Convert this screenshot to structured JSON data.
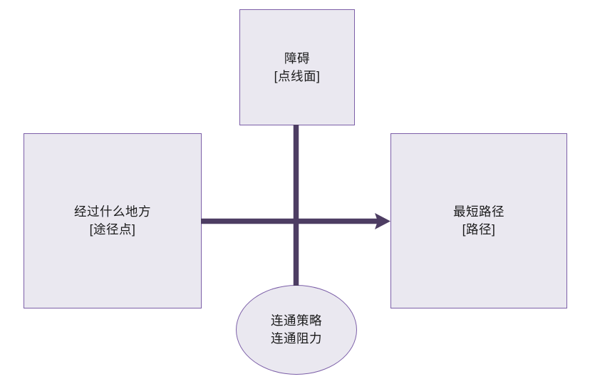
{
  "diagram": {
    "type": "concept-diagram",
    "background_color": "#ffffff",
    "node_fill_color": "#eae8f0",
    "node_border_color": "#7c5fa8",
    "connector_color": "#4d3d63",
    "text_color": "#1b1b1b",
    "nodes": [
      {
        "id": "obstacle",
        "shape": "rectangle",
        "line1": "障碍",
        "line2": "[点线面]"
      },
      {
        "id": "waypoint",
        "shape": "rectangle",
        "line1": "经过什么地方",
        "line2": "[途径点]"
      },
      {
        "id": "shortest",
        "shape": "rectangle",
        "line1": "最短路径",
        "line2": "[路径]"
      },
      {
        "id": "strategy",
        "shape": "ellipse",
        "line1": "连通策略",
        "line2": "连通阻力"
      }
    ],
    "connectors": [
      {
        "id": "waypoint-to-shortest",
        "from": "waypoint",
        "to": "shortest",
        "style": "arrow",
        "direction": "right"
      },
      {
        "id": "obstacle-to-strategy",
        "from": "obstacle",
        "to": "strategy",
        "style": "plain-line",
        "direction": "vertical"
      }
    ]
  }
}
